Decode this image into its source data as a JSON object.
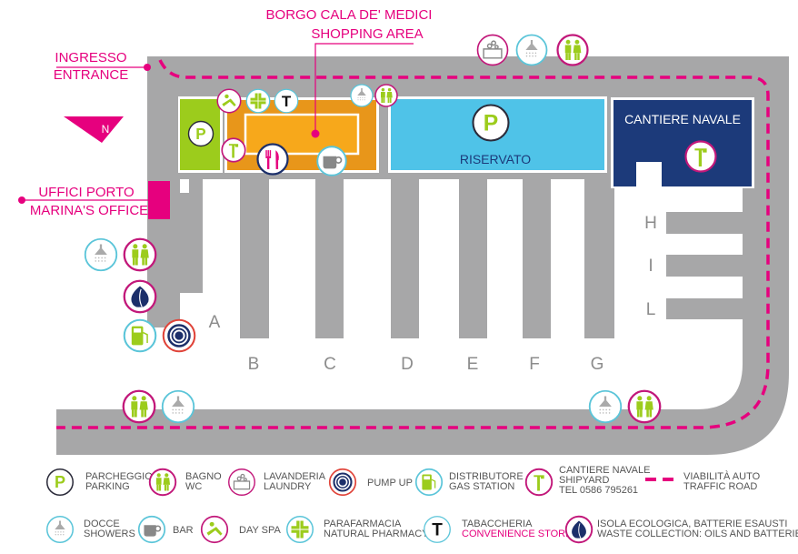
{
  "title": {
    "shopping_line1": "BORGO CALA DE' MEDICI",
    "shopping_line2": "SHOPPING AREA"
  },
  "callouts": {
    "entrance_line1": "INGRESSO",
    "entrance_line2": "ENTRANCE",
    "office_line1": "UFFICI PORTO",
    "office_line2": "MARINA'S OFFICE",
    "north": "N"
  },
  "buildings": {
    "reserved": "RISERVATO",
    "shipyard": "CANTIERE NAVALE"
  },
  "lots": [
    "A",
    "B",
    "C",
    "D",
    "E",
    "F",
    "G",
    "H",
    "I",
    "L"
  ],
  "legend": [
    {
      "icon": "parking-icon",
      "line1": "PARCHEGGIO",
      "line2": "PARKING"
    },
    {
      "icon": "wc-icon",
      "line1": "BAGNO",
      "line2": "WC"
    },
    {
      "icon": "laundry-icon",
      "line1": "LAVANDERIA",
      "line2": "LAUNDRY"
    },
    {
      "icon": "pump-up-icon",
      "line1": "PUMP UP",
      "line2": ""
    },
    {
      "icon": "gas-station-icon",
      "line1": "DISTRIBUTORE",
      "line2": "GAS STATION"
    },
    {
      "icon": "shipyard-icon",
      "line1": "CANTIERE NAVALE",
      "line2": "SHIPYARD",
      "line3": "TEL 0586 795261"
    },
    {
      "icon": "traffic-road-icon",
      "line1": "VIABILITÀ AUTO",
      "line2": "TRAFFIC ROAD"
    },
    {
      "icon": "shower-icon",
      "line1": "DOCCE",
      "line2": "SHOWERS"
    },
    {
      "icon": "bar-icon",
      "line1": "BAR",
      "line2": ""
    },
    {
      "icon": "day-spa-icon",
      "line1": "DAY SPA",
      "line2": ""
    },
    {
      "icon": "pharmacy-icon",
      "line1": "PARAFARMACIA",
      "line2": "NATURAL PHARMACY"
    },
    {
      "icon": "tobacco-icon",
      "line1": "TABACCHERIA",
      "line2": "CONVENIENCE STORE"
    },
    {
      "icon": "waste-icon",
      "line1": "ISOLA ECOLOGICA, BATTERIE ESAUSTI",
      "line2": "WASTE COLLECTION: OILS AND BATTERIES"
    }
  ],
  "colors": {
    "road": "#a7a7a8",
    "accent": "#e6007e",
    "parking_green": "#9ccc1c",
    "shopping_orange": "#e8961a",
    "reserved_blue": "#4fc3e8",
    "shipyard_navy": "#1c3a7a"
  }
}
